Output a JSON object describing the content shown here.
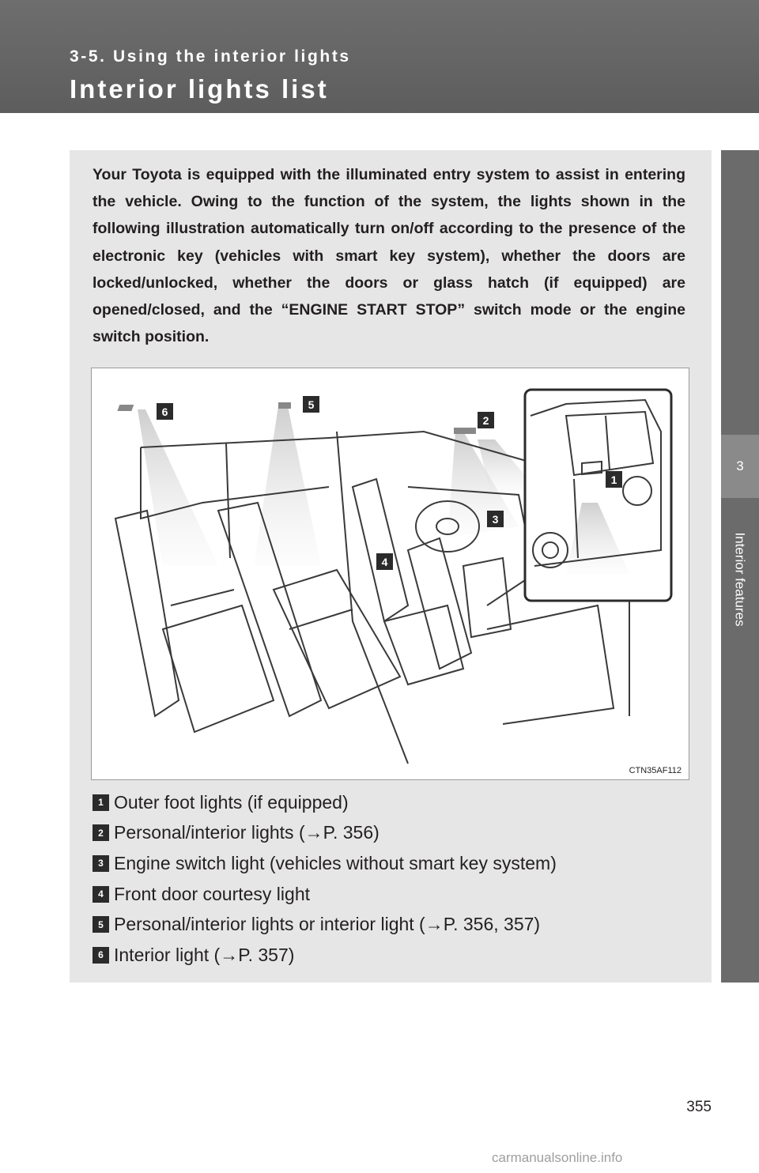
{
  "header": {
    "section": "3-5. Using the interior lights",
    "title": "Interior lights list"
  },
  "side_tab": {
    "chapter_number": "3",
    "chapter_title": "Interior features"
  },
  "intro": "Your Toyota is equipped with the illuminated entry system to assist in entering the vehicle. Owing to the function of the system, the lights shown in the following illustration automatically turn on/off according to the presence of the electronic key (vehicles with smart key system), whether the doors are locked/unlocked, whether the doors or glass hatch (if equipped) are opened/closed, and the “ENGINE START STOP” switch mode or the engine switch position.",
  "figure": {
    "code": "CTN35AF112",
    "callouts": [
      "1",
      "2",
      "3",
      "4",
      "5",
      "6"
    ]
  },
  "legend": [
    {
      "num": "1",
      "text": "Outer foot lights (if equipped)"
    },
    {
      "num": "2",
      "text": "Personal/interior lights (→P. 356)"
    },
    {
      "num": "3",
      "text": "Engine switch light (vehicles without smart key system)"
    },
    {
      "num": "4",
      "text": "Front door courtesy light"
    },
    {
      "num": "5",
      "text": "Personal/interior lights or interior light (→P. 356, 357)"
    },
    {
      "num": "6",
      "text": "Interior light (→P. 357)"
    }
  ],
  "page_number": "355",
  "watermark": "carmanualsonline.info"
}
